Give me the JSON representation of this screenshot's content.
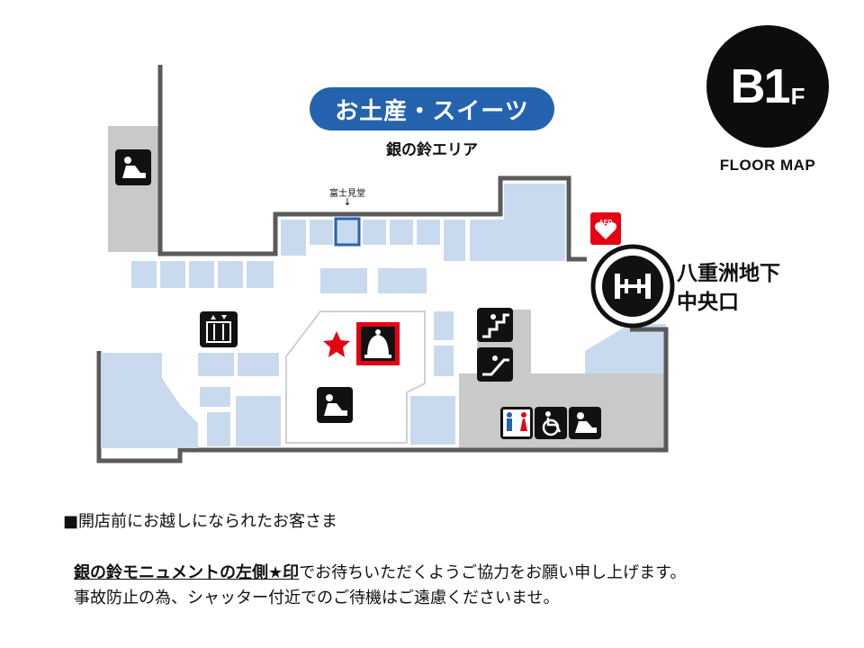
{
  "floor": {
    "number": "B1",
    "suffix": "F",
    "caption": "FLOOR MAP"
  },
  "area": {
    "title": "お土産・スイーツ",
    "subtitle": "銀の鈴エリア"
  },
  "shop_marker": {
    "name": "富士見堂",
    "arrow": "↓"
  },
  "exit": {
    "line1": "八重洲地下",
    "line2": "中央口"
  },
  "aed_label": "AED",
  "notice": {
    "heading": "■開店前にお越しになられたお客さま",
    "line1_emphasis": "銀の鈴モニュメントの左側★印",
    "line1_rest": "でお待ちいただくようご協力をお願い申し上げます。",
    "line2": "事故防止の為、シャッター付近でのご待機はご遠慮くださいませ。"
  },
  "colors": {
    "shop": "#c9daef",
    "corridor": "#ffffff",
    "service": "#c9c9c9",
    "wall": "#5a5a5a",
    "accent_blue": "#2563ae",
    "highlight_red": "#e60012"
  },
  "icons": [
    "nursing-room-icon",
    "elevator-icon",
    "stairs-icon",
    "escalator-icon",
    "restroom-icon",
    "accessible-icon",
    "silver-bell-icon",
    "meeting-point-star-icon",
    "aed-icon",
    "exit-icon"
  ]
}
